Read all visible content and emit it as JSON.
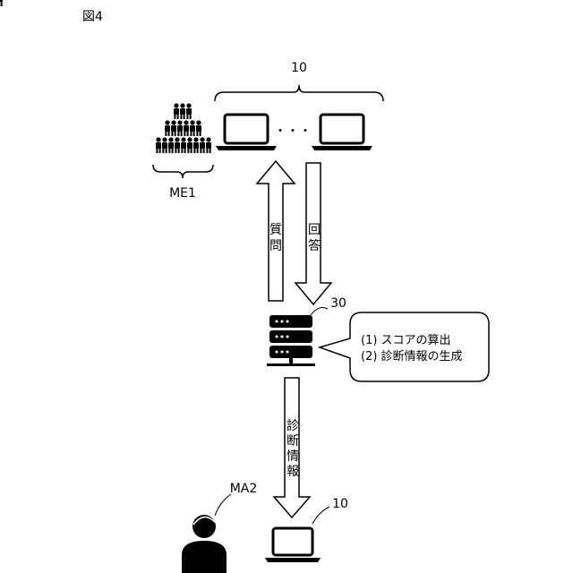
{
  "figure_label": "図4",
  "terminals_top": {
    "ref": "10",
    "ellipsis": "・・・"
  },
  "group": {
    "ref": "ME1"
  },
  "arrows": {
    "up_label": [
      "質",
      "問"
    ],
    "down_label": [
      "回",
      "答"
    ],
    "lower_label": [
      "診",
      "断",
      "情",
      "報"
    ]
  },
  "server": {
    "ref": "30"
  },
  "callout": {
    "line1": "(1) スコアの算出",
    "line2": "(2) 診断情報の生成"
  },
  "user": {
    "ref": "MA2"
  },
  "terminal_bottom": {
    "ref": "10"
  },
  "colors": {
    "stroke": "#000000",
    "background": "#ffffff"
  }
}
